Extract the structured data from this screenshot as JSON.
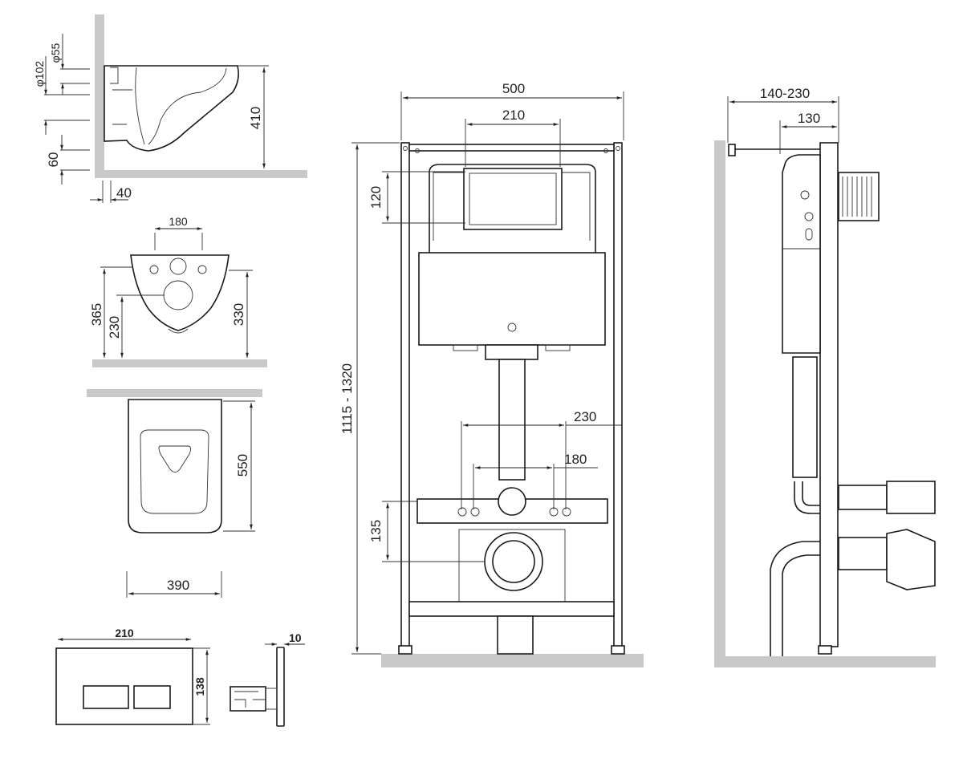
{
  "bowl_side_view": {
    "dim_inlet_diameter": "φ55",
    "dim_outlet_diameter": "φ102",
    "dim_height": "410",
    "dim_bottom_offset": "60",
    "dim_wall_gap": "40"
  },
  "bowl_back_view": {
    "dim_bolt_spacing": "180",
    "dim_total_height": "365",
    "dim_outlet_height": "230",
    "dim_side_height": "330"
  },
  "bowl_top_view": {
    "dim_length": "550",
    "dim_width": "390"
  },
  "flush_plate": {
    "dim_width": "210",
    "dim_height": "138",
    "dim_depth": "10"
  },
  "frame_front_view": {
    "dim_width": "500",
    "dim_plate_opening": "210",
    "dim_plate_height": "120",
    "dim_height_range": "1115 - 1320",
    "dim_outlet_spacing_outer": "230",
    "dim_outlet_spacing_inner": "180",
    "dim_outlet_height": "135"
  },
  "frame_side_view": {
    "dim_depth_range": "140-230",
    "dim_depth": "130"
  }
}
